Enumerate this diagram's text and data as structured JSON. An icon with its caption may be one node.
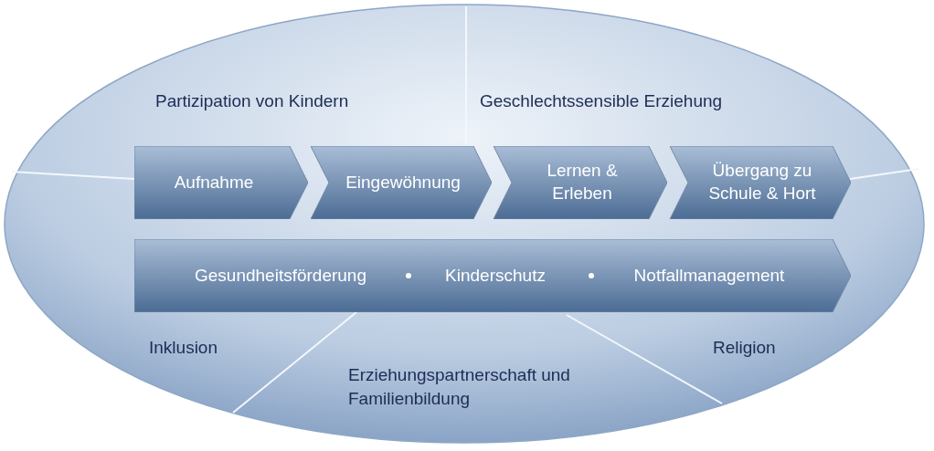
{
  "diagram": {
    "nodes": [
      {
        "text": [
          "Aufnahme"
        ]
      },
      {
        "text": [
          "Eingewöhnung"
        ]
      },
      {
        "text": [
          "Lernen & Erleben"
        ]
      },
      {
        "text": [
          "Übergang zu Schule & Hort"
        ]
      },
      {
        "text": [
          "Gesundheitsförderung",
          "Kinderschutz",
          "Notfallmanagement"
        ]
      }
    ],
    "labels": [
      "Partizipation von Kindern",
      "Geschlechtssensible Erziehung",
      "Inklusion",
      "Erziehungspartnerschaft und Familienbildung",
      "Religion"
    ]
  }
}
